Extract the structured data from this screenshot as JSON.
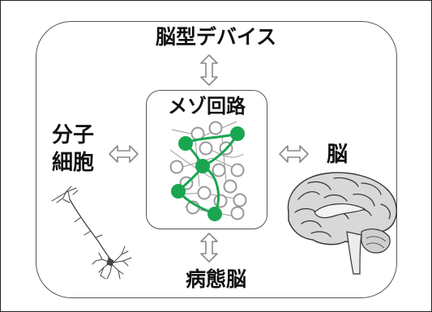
{
  "labels": {
    "top": "脳型デバイス",
    "center": "メゾ回路",
    "left_line1": "分子",
    "left_line2": "細胞",
    "right": "脳",
    "bottom": "病態脳"
  },
  "colors": {
    "node_green": "#1aa64f",
    "node_hollow": "#999999",
    "arrow_stroke": "#888888"
  },
  "icons": {
    "neuron": "neuron-illustration",
    "brain": "brain-illustration",
    "arrows": "double-headed-arrow-icon"
  }
}
